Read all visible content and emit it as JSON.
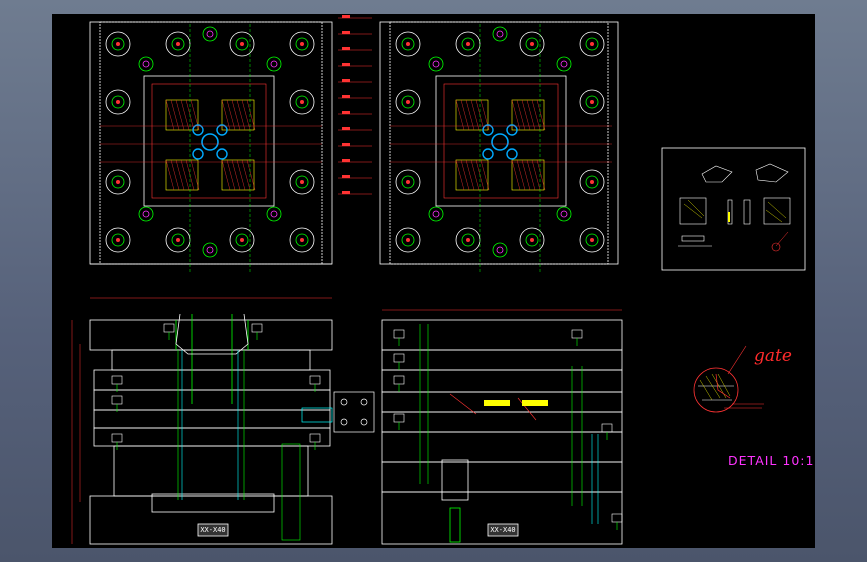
{
  "drawing": {
    "background": "#000000",
    "colors": {
      "outline": "#ffffff",
      "dimension": "#ff3333",
      "bolt": "#00ff00",
      "hatch": "#ffff00",
      "cavity": "#00aaff",
      "accent": "#ff33ff",
      "cyan": "#00ffff"
    },
    "labels": {
      "gate": "gate",
      "detail": "DETAIL  10:1",
      "section_a_tag": "XX-X40",
      "section_b_tag": "XX-X40"
    },
    "views": [
      {
        "name": "plan-view-moving-half"
      },
      {
        "name": "plan-view-fixed-half"
      },
      {
        "name": "product-part-views"
      },
      {
        "name": "section-view-a"
      },
      {
        "name": "section-view-b"
      },
      {
        "name": "gate-detail-view"
      }
    ]
  }
}
